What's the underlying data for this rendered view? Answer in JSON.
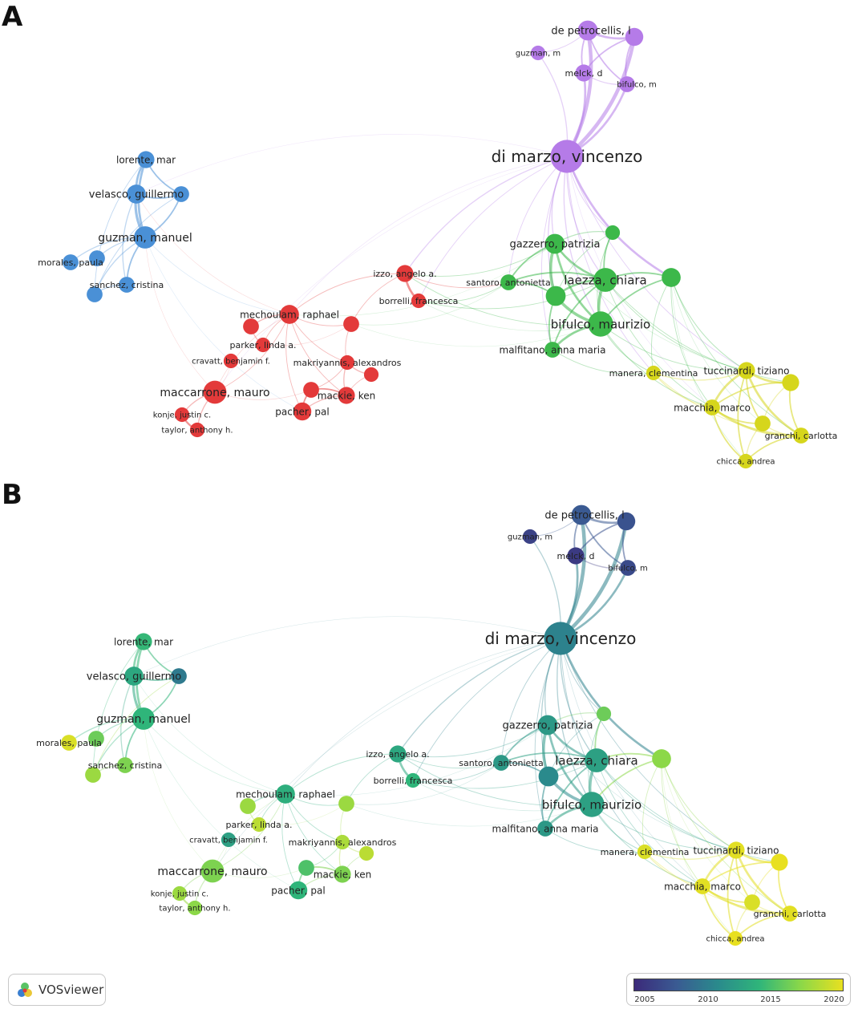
{
  "panels": [
    {
      "letter": "A",
      "coloring": "cluster"
    },
    {
      "letter": "B",
      "coloring": "year"
    }
  ],
  "nodes": [
    {
      "id": "di_marzo",
      "label": "di marzo, vincenzo",
      "cluster": "purple",
      "year": 2010.5,
      "weight": 30
    },
    {
      "id": "de_petrocellis",
      "label": "de petrocellis, l",
      "cluster": "purple",
      "year": 2008.0,
      "weight": 9
    },
    {
      "id": "petro2",
      "label": "",
      "cluster": "purple",
      "year": 2007.5,
      "weight": 7
    },
    {
      "id": "guzman_m",
      "label": "guzman, m",
      "cluster": "purple",
      "year": 2006.5,
      "weight": 4
    },
    {
      "id": "melck",
      "label": "melck, d",
      "cluster": "purple",
      "year": 2006.0,
      "weight": 6
    },
    {
      "id": "bifulco_m",
      "label": "bifulco, m",
      "cluster": "purple",
      "year": 2007.0,
      "weight": 5
    },
    {
      "id": "lorente",
      "label": "lorente, mar",
      "cluster": "blue",
      "year": 2014.2,
      "weight": 6
    },
    {
      "id": "velasco",
      "label": "velasco, guillermo",
      "cluster": "blue",
      "year": 2013.0,
      "weight": 8
    },
    {
      "id": "vel2",
      "label": "",
      "cluster": "blue",
      "year": 2010.0,
      "weight": 5
    },
    {
      "id": "guzman_manuel",
      "label": "guzman, manuel",
      "cluster": "blue",
      "year": 2014.0,
      "weight": 12
    },
    {
      "id": "morales",
      "label": "morales, paula",
      "cluster": "blue",
      "year": 2019.5,
      "weight": 5
    },
    {
      "id": "blue3",
      "label": "",
      "cluster": "blue",
      "year": 2016.0,
      "weight": 5
    },
    {
      "id": "sanchez",
      "label": "sanchez, cristina",
      "cluster": "blue",
      "year": 2016.5,
      "weight": 5
    },
    {
      "id": "blue4",
      "label": "",
      "cluster": "blue",
      "year": 2017.5,
      "weight": 5
    },
    {
      "id": "izzo",
      "label": "izzo, angelo a.",
      "cluster": "red",
      "year": 2013.0,
      "weight": 6
    },
    {
      "id": "borrelli",
      "label": "borrelli, francesca",
      "cluster": "red",
      "year": 2014.0,
      "weight": 4
    },
    {
      "id": "mechoulam",
      "label": "mechoulam, raphael",
      "cluster": "red",
      "year": 2013.5,
      "weight": 8
    },
    {
      "id": "red1",
      "label": "",
      "cluster": "red",
      "year": 2017.5,
      "weight": 5
    },
    {
      "id": "red2",
      "label": "",
      "cluster": "red",
      "year": 2017.5,
      "weight": 5
    },
    {
      "id": "parker",
      "label": "parker, linda a.",
      "cluster": "red",
      "year": 2018.5,
      "weight": 4
    },
    {
      "id": "cravatt",
      "label": "cravatt, benjamin f.",
      "cluster": "red",
      "year": 2012.5,
      "weight": 4
    },
    {
      "id": "makriyannis",
      "label": "makriyannis, alexandros",
      "cluster": "red",
      "year": 2018.0,
      "weight": 4
    },
    {
      "id": "red3",
      "label": "",
      "cluster": "red",
      "year": 2018.5,
      "weight": 4
    },
    {
      "id": "maccarrone",
      "label": "maccarrone, mauro",
      "cluster": "red",
      "year": 2016.5,
      "weight": 13
    },
    {
      "id": "mackie",
      "label": "mackie, ken",
      "cluster": "red",
      "year": 2016.5,
      "weight": 6
    },
    {
      "id": "red4",
      "label": "",
      "cluster": "red",
      "year": 2015.0,
      "weight": 5
    },
    {
      "id": "pacher",
      "label": "pacher, pal",
      "cluster": "red",
      "year": 2014.0,
      "weight": 7
    },
    {
      "id": "konje",
      "label": "konje, justin c.",
      "cluster": "red",
      "year": 2017.5,
      "weight": 4
    },
    {
      "id": "taylor",
      "label": "taylor, anthony h.",
      "cluster": "red",
      "year": 2017.0,
      "weight": 4
    },
    {
      "id": "gazzerro",
      "label": "gazzerro, patrizia",
      "cluster": "green",
      "year": 2012.0,
      "weight": 9
    },
    {
      "id": "g1",
      "label": "",
      "cluster": "green",
      "year": 2016.0,
      "weight": 4
    },
    {
      "id": "santoro",
      "label": "santoro, antonietta",
      "cluster": "green",
      "year": 2012.0,
      "weight": 5
    },
    {
      "id": "laezza",
      "label": "laezza, chiara",
      "cluster": "green",
      "year": 2012.5,
      "weight": 14
    },
    {
      "id": "g2",
      "label": "",
      "cluster": "green",
      "year": 2011.0,
      "weight": 9
    },
    {
      "id": "g3",
      "label": "",
      "cluster": "green",
      "year": 2017.0,
      "weight": 8
    },
    {
      "id": "bifulco_maurizio",
      "label": "bifulco, maurizio",
      "cluster": "green",
      "year": 2012.5,
      "weight": 16
    },
    {
      "id": "malfitano",
      "label": "malfitano, anna maria",
      "cluster": "green",
      "year": 2012.0,
      "weight": 5
    },
    {
      "id": "manera",
      "label": "manera, clementina",
      "cluster": "yellow",
      "year": 2019.5,
      "weight": 4
    },
    {
      "id": "tuccinardi",
      "label": "tuccinardi, tiziano",
      "cluster": "yellow",
      "year": 2019.8,
      "weight": 6
    },
    {
      "id": "y1",
      "label": "",
      "cluster": "yellow",
      "year": 2020.0,
      "weight": 6
    },
    {
      "id": "macchia",
      "label": "macchia, marco",
      "cluster": "yellow",
      "year": 2019.8,
      "weight": 5
    },
    {
      "id": "y2",
      "label": "",
      "cluster": "yellow",
      "year": 2019.5,
      "weight": 5
    },
    {
      "id": "granchi",
      "label": "granchi, carlotta",
      "cluster": "yellow",
      "year": 2019.8,
      "weight": 5
    },
    {
      "id": "chicca",
      "label": "chicca, andrea",
      "cluster": "yellow",
      "year": 2020.0,
      "weight": 4
    }
  ],
  "links": [
    [
      "di_marzo",
      "de_petrocellis",
      5
    ],
    [
      "di_marzo",
      "petro2",
      5
    ],
    [
      "di_marzo",
      "melck",
      3
    ],
    [
      "di_marzo",
      "bifulco_m",
      3
    ],
    [
      "di_marzo",
      "guzman_m",
      1.5
    ],
    [
      "de_petrocellis",
      "petro2",
      3
    ],
    [
      "de_petrocellis",
      "melck",
      2
    ],
    [
      "de_petrocellis",
      "bifulco_m",
      2
    ],
    [
      "petro2",
      "melck",
      2
    ],
    [
      "petro2",
      "bifulco_m",
      2
    ],
    [
      "melck",
      "bifulco_m",
      1.5
    ],
    [
      "guzman_m",
      "de_petrocellis",
      1
    ],
    [
      "di_marzo",
      "gazzerro",
      1.5
    ],
    [
      "di_marzo",
      "laezza",
      1.5
    ],
    [
      "di_marzo",
      "bifulco_maurizio",
      1.5
    ],
    [
      "di_marzo",
      "g3",
      3
    ],
    [
      "di_marzo",
      "g1",
      1
    ],
    [
      "di_marzo",
      "g2",
      1.5
    ],
    [
      "di_marzo",
      "santoro",
      1
    ],
    [
      "di_marzo",
      "malfitano",
      1
    ],
    [
      "di_marzo",
      "izzo",
      1.5
    ],
    [
      "di_marzo",
      "borrelli",
      1
    ],
    [
      "di_marzo",
      "mechoulam",
      0.8
    ],
    [
      "di_marzo",
      "velasco",
      0.6
    ],
    [
      "di_marzo",
      "maccarrone",
      0.6
    ],
    [
      "di_marzo",
      "tuccinardi",
      1
    ],
    [
      "di_marzo",
      "manera",
      1
    ],
    [
      "di_marzo",
      "macchia",
      0.8
    ],
    [
      "lorente",
      "velasco",
      3
    ],
    [
      "lorente",
      "guzman_manuel",
      3
    ],
    [
      "lorente",
      "vel2",
      2
    ],
    [
      "velasco",
      "guzman_manuel",
      3.5
    ],
    [
      "velasco",
      "vel2",
      2
    ],
    [
      "guzman_manuel",
      "vel2",
      2
    ],
    [
      "guzman_manuel",
      "sanchez",
      2
    ],
    [
      "guzman_manuel",
      "blue3",
      1.5
    ],
    [
      "guzman_manuel",
      "morales",
      1.5
    ],
    [
      "guzman_manuel",
      "blue4",
      1.5
    ],
    [
      "velasco",
      "sanchez",
      1.5
    ],
    [
      "sanchez",
      "blue4",
      1.5
    ],
    [
      "morales",
      "blue3",
      1
    ],
    [
      "lorente",
      "blue4",
      1
    ],
    [
      "vel2",
      "blue4",
      1
    ],
    [
      "guzman_manuel",
      "mechoulam",
      0.8
    ],
    [
      "velasco",
      "mechoulam",
      0.6
    ],
    [
      "guzman_manuel",
      "maccarrone",
      0.6
    ],
    [
      "guzman_manuel",
      "pacher",
      0.6
    ],
    [
      "izzo",
      "borrelli",
      3
    ],
    [
      "izzo",
      "mechoulam",
      1
    ],
    [
      "izzo",
      "red2",
      1
    ],
    [
      "izzo",
      "santoro",
      1
    ],
    [
      "borrelli",
      "santoro",
      1
    ],
    [
      "izzo",
      "gazzerro",
      1
    ],
    [
      "borrelli",
      "laezza",
      1
    ],
    [
      "izzo",
      "bifulco_maurizio",
      1
    ],
    [
      "borrelli",
      "bifulco_maurizio",
      0.8
    ],
    [
      "mechoulam",
      "red1",
      1.5
    ],
    [
      "mechoulam",
      "parker",
      1
    ],
    [
      "mechoulam",
      "red2",
      1
    ],
    [
      "mechoulam",
      "pacher",
      1
    ],
    [
      "mechoulam",
      "mackie",
      1
    ],
    [
      "mechoulam",
      "makriyannis",
      1
    ],
    [
      "mechoulam",
      "maccarrone",
      0.8
    ],
    [
      "red1",
      "parker",
      1.5
    ],
    [
      "parker",
      "red2",
      0.8
    ],
    [
      "makriyannis",
      "red3",
      1.5
    ],
    [
      "makriyannis",
      "mackie",
      1.5
    ],
    [
      "red3",
      "mackie",
      1
    ],
    [
      "red2",
      "makriyannis",
      1
    ],
    [
      "mackie",
      "red4",
      2
    ],
    [
      "red4",
      "pacher",
      2
    ],
    [
      "mackie",
      "pacher",
      1.5
    ],
    [
      "red4",
      "makriyannis",
      1
    ],
    [
      "maccarrone",
      "konje",
      1.5
    ],
    [
      "maccarrone",
      "taylor",
      1.5
    ],
    [
      "konje",
      "taylor",
      2.5
    ],
    [
      "maccarrone",
      "mechoulam",
      1
    ],
    [
      "maccarrone",
      "red4",
      0.8
    ],
    [
      "maccarrone",
      "cravatt",
      0.6
    ],
    [
      "red2",
      "santoro",
      0.8
    ],
    [
      "mechoulam",
      "gazzerro",
      0.6
    ],
    [
      "red2",
      "bifulco_maurizio",
      0.6
    ],
    [
      "gazzerro",
      "laezza",
      3
    ],
    [
      "gazzerro",
      "g2",
      4
    ],
    [
      "gazzerro",
      "bifulco_maurizio",
      3
    ],
    [
      "laezza",
      "g2",
      3
    ],
    [
      "laezza",
      "bifulco_maurizio",
      4
    ],
    [
      "g2",
      "bifulco_maurizio",
      4
    ],
    [
      "g2",
      "santoro",
      2
    ],
    [
      "laezza",
      "santoro",
      2
    ],
    [
      "bifulco_maurizio",
      "malfitano",
      3
    ],
    [
      "g2",
      "malfitano",
      2
    ],
    [
      "laezza",
      "malfitano",
      2
    ],
    [
      "gazzerro",
      "santoro",
      2
    ],
    [
      "g1",
      "laezza",
      2
    ],
    [
      "g1",
      "gazzerro",
      1.5
    ],
    [
      "g3",
      "laezza",
      2
    ],
    [
      "g3",
      "bifulco_maurizio",
      2
    ],
    [
      "g1",
      "g2",
      1
    ],
    [
      "g1",
      "bifulco_maurizio",
      1
    ],
    [
      "g3",
      "tuccinardi",
      1.2
    ],
    [
      "g3",
      "macchia",
      1
    ],
    [
      "g3",
      "manera",
      1
    ],
    [
      "bifulco_maurizio",
      "tuccinardi",
      1
    ],
    [
      "bifulco_maurizio",
      "manera",
      1.2
    ],
    [
      "laezza",
      "tuccinardi",
      1
    ],
    [
      "malfitano",
      "manera",
      1
    ],
    [
      "g3",
      "granchi",
      1
    ],
    [
      "laezza",
      "y1",
      1
    ],
    [
      "bifulco_maurizio",
      "macchia",
      1
    ],
    [
      "laezza",
      "macchia",
      1
    ],
    [
      "gazzerro",
      "tuccinardi",
      0.8
    ],
    [
      "g3",
      "chicca",
      0.8
    ],
    [
      "g3",
      "y2",
      0.8
    ],
    [
      "tuccinardi",
      "y1",
      3
    ],
    [
      "tuccinardi",
      "macchia",
      3
    ],
    [
      "tuccinardi",
      "y2",
      2
    ],
    [
      "tuccinardi",
      "granchi",
      3
    ],
    [
      "macchia",
      "y2",
      2
    ],
    [
      "macchia",
      "granchi",
      3
    ],
    [
      "y1",
      "granchi",
      2
    ],
    [
      "y1",
      "macchia",
      2
    ],
    [
      "y1",
      "y2",
      1.5
    ],
    [
      "granchi",
      "chicca",
      2
    ],
    [
      "macchia",
      "chicca",
      2
    ],
    [
      "tuccinardi",
      "chicca",
      2
    ],
    [
      "y2",
      "granchi",
      1.5
    ],
    [
      "manera",
      "tuccinardi",
      1.5
    ],
    [
      "manera",
      "macchia",
      1.5
    ],
    [
      "manera",
      "granchi",
      1
    ],
    [
      "y2",
      "chicca",
      1.5
    ]
  ],
  "legend": {
    "logo_text": "VOSviewer",
    "scale_ticks": [
      "2005",
      "2010",
      "2015",
      "2020"
    ],
    "year_min": 2005,
    "year_max": 2020,
    "cluster_colors": {
      "purple": "#b57be8",
      "blue": "#4a90d6",
      "red": "#e33a3a",
      "green": "#3cb84a",
      "yellow": "#d6d61c"
    }
  }
}
